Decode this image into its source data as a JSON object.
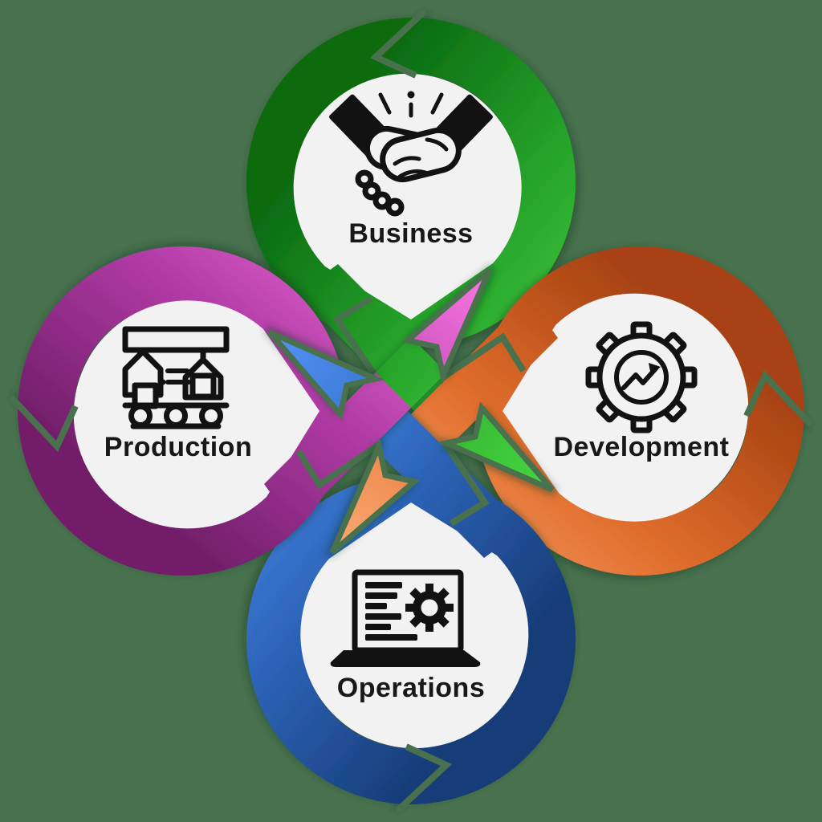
{
  "diagram": {
    "type": "process-loop-infographic",
    "background_color": "#48714e",
    "badge_color": "#f2f2f2",
    "icon_color": "#121212",
    "label_color": "#181818",
    "nodes": [
      {
        "id": "business",
        "label": "Business",
        "position": "top",
        "ribbon_color_dark": "#0b6b11",
        "ribbon_color_bright": "#45d23e",
        "icon": "handshake-icon"
      },
      {
        "id": "development",
        "label": "Development",
        "position": "right",
        "ribbon_color_dark": "#a84312",
        "ribbon_color_bright": "#faa66f",
        "icon": "gear-growth-icon"
      },
      {
        "id": "operations",
        "label": "Operations",
        "position": "bottom",
        "ribbon_color_dark": "#173c77",
        "ribbon_color_bright": "#4f90f2",
        "icon": "laptop-gear-icon"
      },
      {
        "id": "production",
        "label": "Production",
        "position": "left",
        "ribbon_color_dark": "#731f6b",
        "ribbon_color_bright": "#f473de",
        "icon": "assembly-line-icon"
      }
    ],
    "flow": {
      "style": "interlocking ribbon loops with chevron arrows",
      "order": [
        "Business",
        "Development",
        "Operations",
        "Production"
      ]
    }
  }
}
